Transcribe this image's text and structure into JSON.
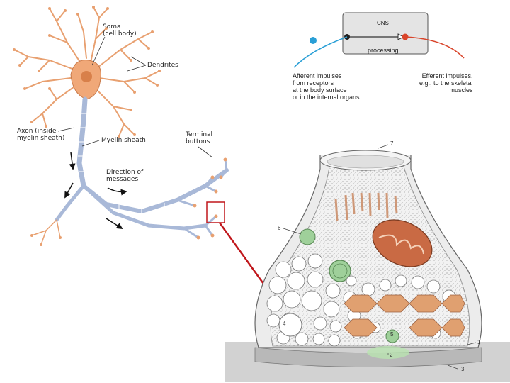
{
  "neuron": {
    "soma": "Soma\n(cell body)",
    "dendrites": "Dendrites",
    "axon": "Axon (inside\nmyelin sheath)",
    "myelin": "Myelin sheath",
    "terminal": "Terminal\nbuttons",
    "direction": "Direction of\nmessages"
  },
  "cns": {
    "box_title": "CNS",
    "processing": "processing",
    "afferent": "Afferent impulses\nfrom receptors\nat the body surface\nor in the internal organs",
    "efferent": "Efferent impulses,\ne.g., to the skeletal\nmuscles",
    "afferent_color": "#2a9fd6",
    "efferent_color": "#d9452b"
  },
  "synapse": {
    "n1": "1",
    "n2": "2",
    "n3": "3",
    "n4": "4",
    "n5": "5",
    "n6": "6",
    "n7": "7"
  },
  "colors": {
    "soma": "#f0a878",
    "axon": "#a9b9d8",
    "zoom_box": "#c0161b",
    "mito": "#c96a44",
    "vesicle_green": "#9fd09a"
  }
}
